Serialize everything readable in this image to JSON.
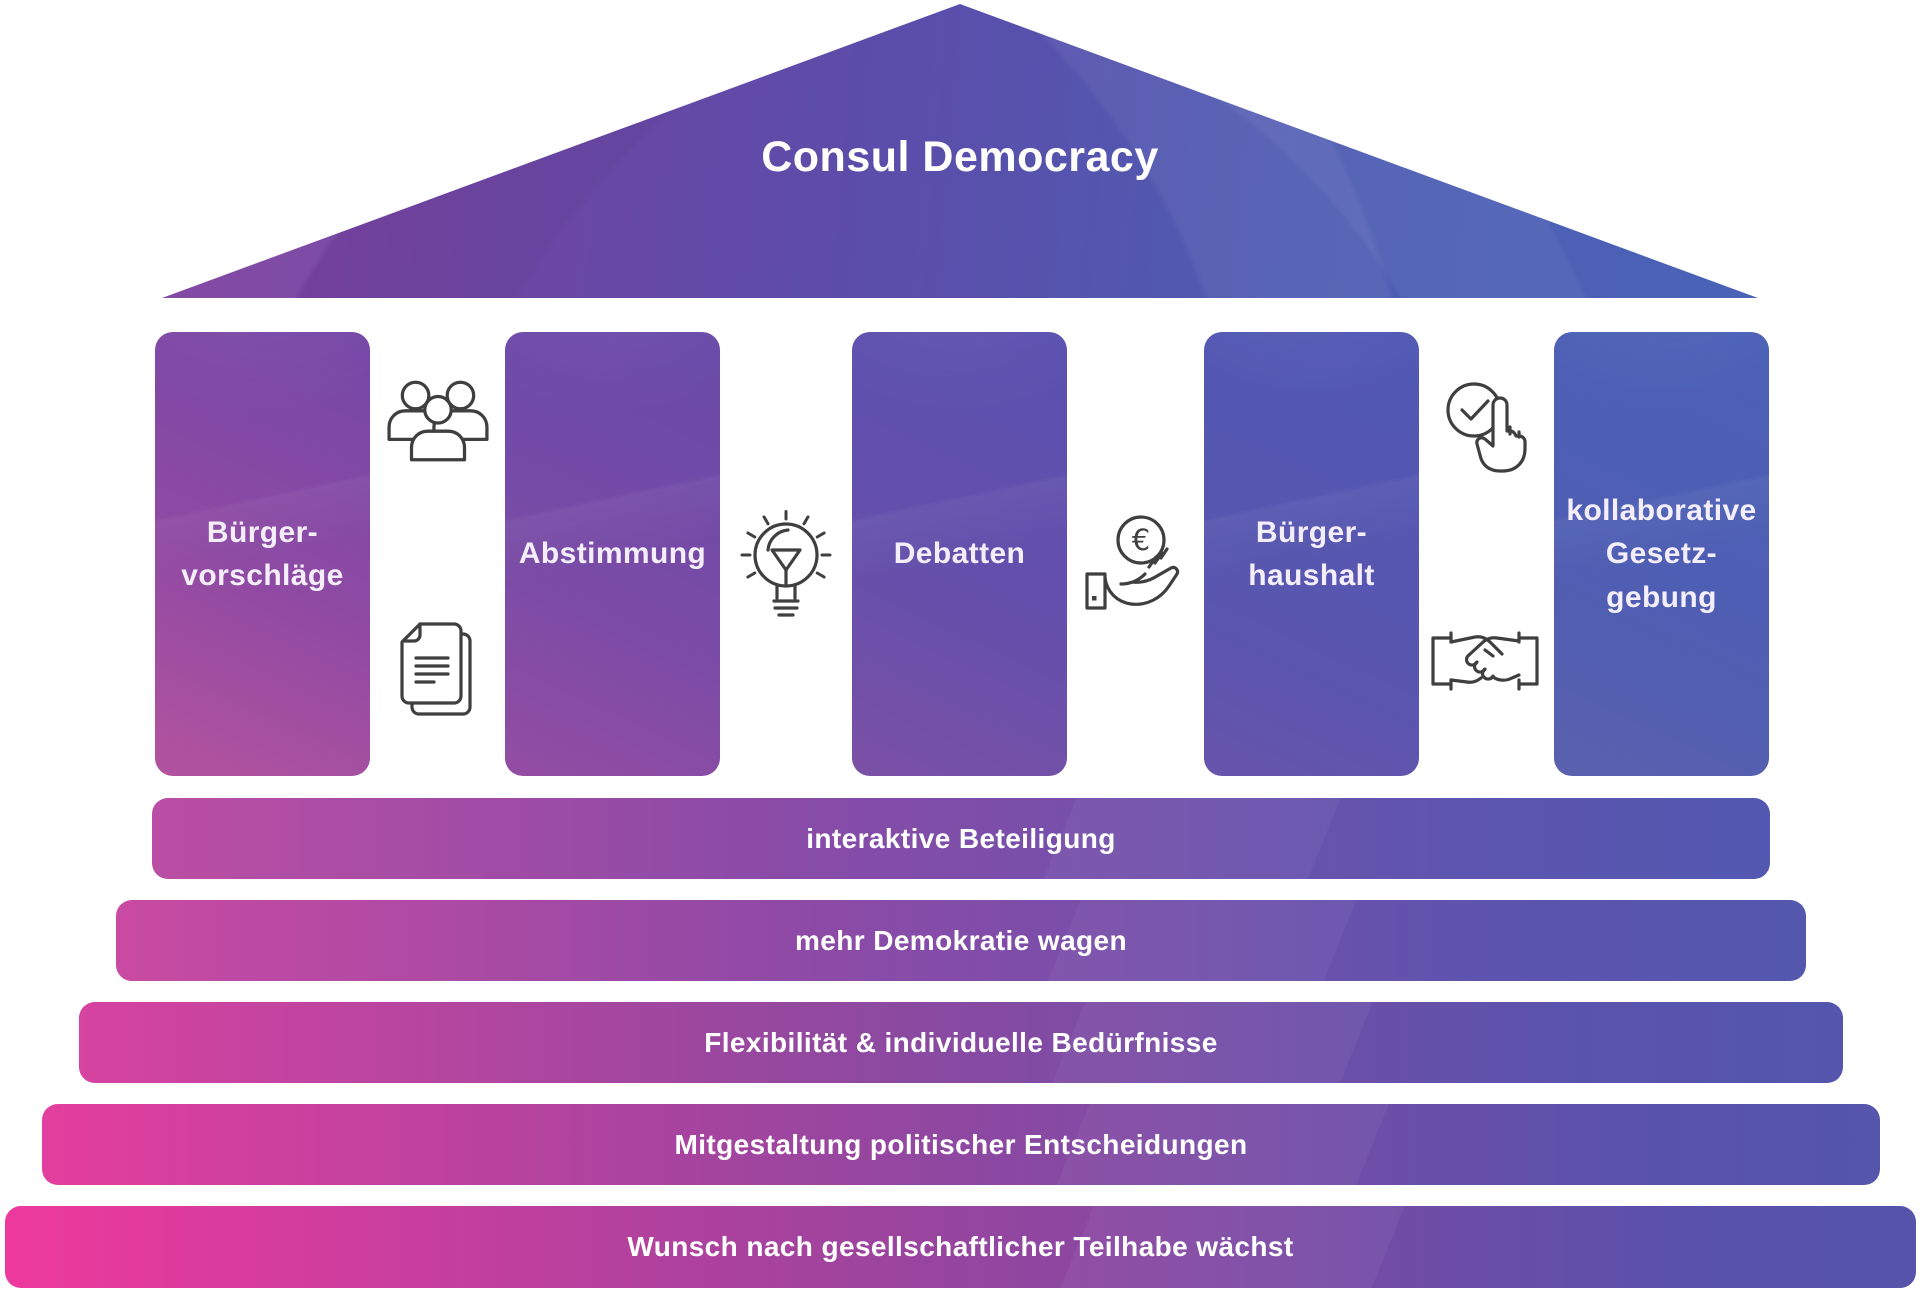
{
  "title": "Consul Democracy",
  "colors": {
    "pink": "#ee399d",
    "purple": "#7b3f9d",
    "blue": "#4a62b6",
    "icon_stroke": "#3f3f3f",
    "background": "#ffffff"
  },
  "pillars": [
    {
      "label": "Bürger-\nvorschläge"
    },
    {
      "label": "Abstimmung"
    },
    {
      "label": "Debatten"
    },
    {
      "label": "Bürger-\nhaushalt"
    },
    {
      "label": "kollaborative\nGesetz-\ngebung"
    }
  ],
  "icons": [
    {
      "name": "people-icon"
    },
    {
      "name": "documents-icon"
    },
    {
      "name": "lightbulb-icon"
    },
    {
      "name": "euro-hand-icon"
    },
    {
      "name": "vote-check-icon"
    },
    {
      "name": "handshake-icon"
    }
  ],
  "foundation_bars": [
    {
      "label": "interaktive Beteiligung"
    },
    {
      "label": "mehr Demokratie wagen"
    },
    {
      "label": "Flexibilität & individuelle Bedürfnisse"
    },
    {
      "label": "Mitgestaltung politischer Entscheidungen"
    },
    {
      "label": "Wunsch nach gesellschaftlicher Teilhabe wächst"
    }
  ],
  "euro_symbol": "€"
}
